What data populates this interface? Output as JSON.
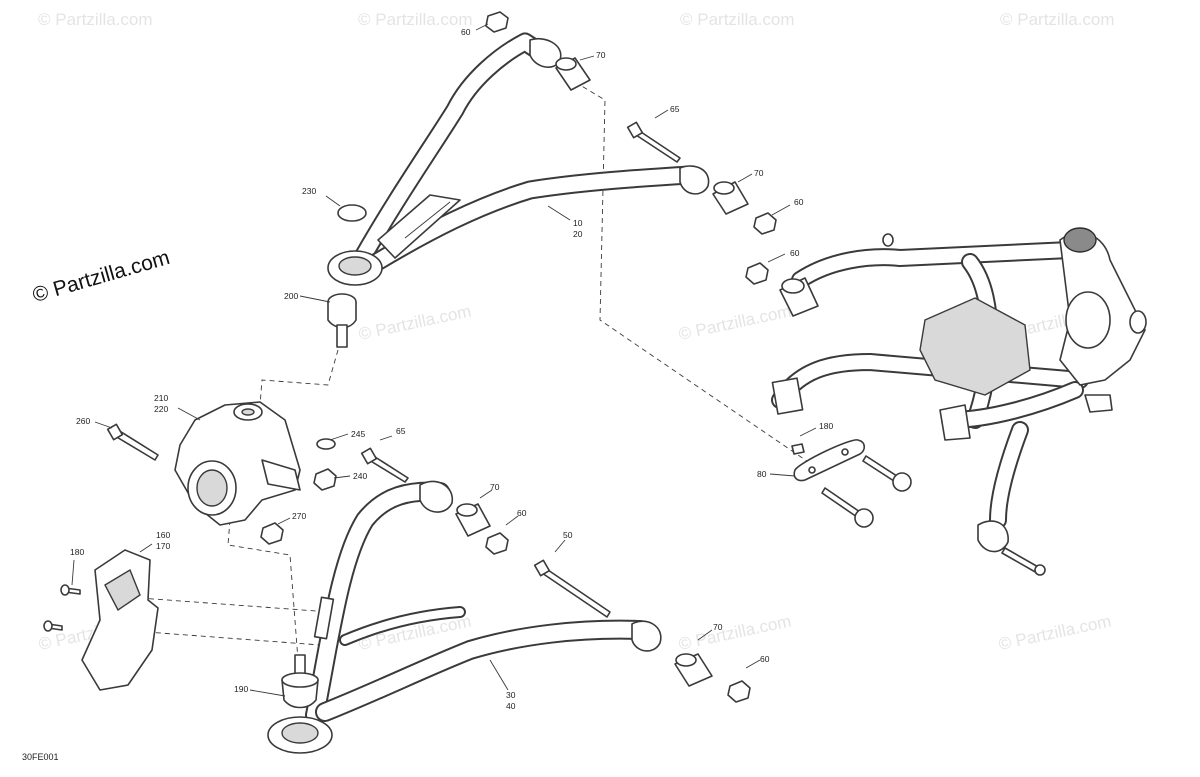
{
  "copyright": "© Partzilla.com",
  "watermark": "© Partzilla.com",
  "diagram_code": "30FE001",
  "callouts": {
    "c60a": "60",
    "c70a": "70",
    "c65a": "65",
    "c70b": "70",
    "c60b": "60",
    "c230": "230",
    "c10_20": [
      "10",
      "20"
    ],
    "c200": "200",
    "c60c": "60",
    "c210_220": [
      "210",
      "220"
    ],
    "c260": "260",
    "c245": "245",
    "c65b": "65",
    "c240": "240",
    "c70c": "70",
    "c60d": "60",
    "c270": "270",
    "c180a": "180",
    "c80": "80",
    "c160_170": [
      "160",
      "170"
    ],
    "c180b": "180",
    "c50": "50",
    "c70d": "70",
    "c60e": "60",
    "c190": "190",
    "c30_40": [
      "30",
      "40"
    ]
  },
  "colors": {
    "line": "#3a3a3a",
    "watermark": "#e4e4e4",
    "background": "#ffffff"
  }
}
